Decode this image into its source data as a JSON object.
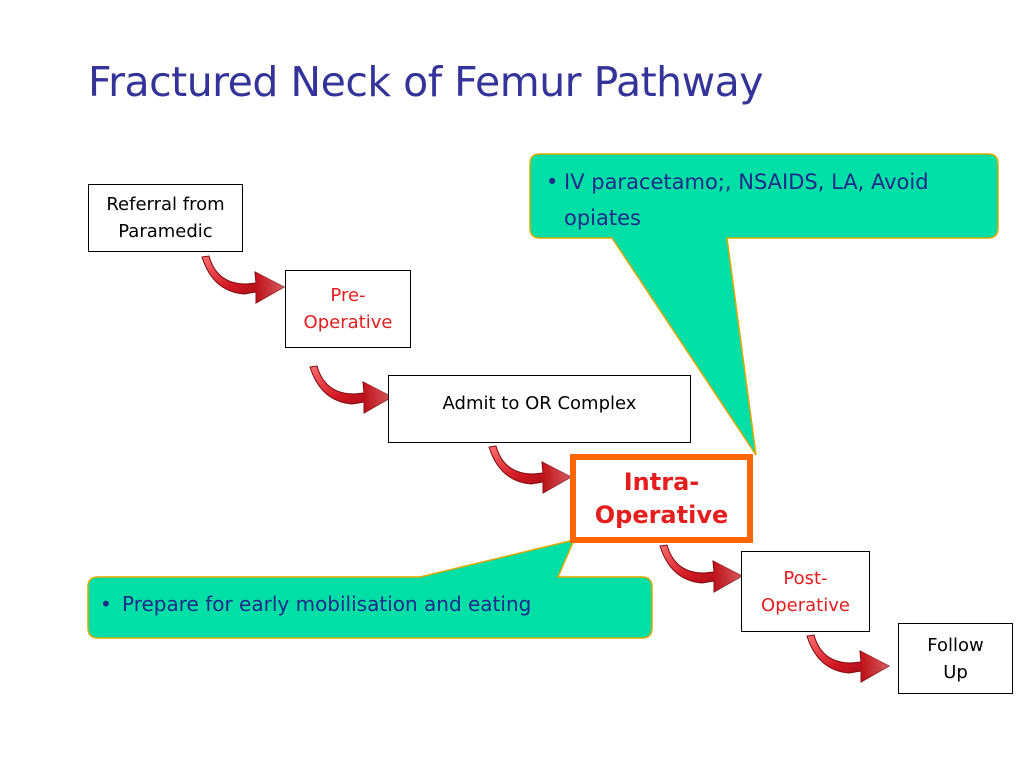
{
  "title": "Fractured Neck of Femur Pathway",
  "colors": {
    "title": "#333399",
    "callout_fill": "#00e0a6",
    "callout_border": "#e0a800",
    "callout_text": "#1f2a8a",
    "highlight_border": "#ff6600",
    "highlight_text": "#e51d1d",
    "arrow": "#c4121a"
  },
  "steps": {
    "referral": "Referral from\nParamedic",
    "pre_operative": "Pre-\nOperative",
    "admit": "Admit to OR Complex",
    "intra_operative": "Intra-\nOperative",
    "post_operative": "Post-\nOperative",
    "follow_up": "Follow\nUp"
  },
  "callouts": {
    "top": {
      "bullet": "•",
      "text": "IV paracetamo;, NSAIDS, LA, Avoid opiates"
    },
    "bottom": {
      "bullet": "•",
      "text": "Prepare for early mobilisation and eating"
    }
  },
  "icons": {
    "arrow": "curved-arrow-icon"
  }
}
